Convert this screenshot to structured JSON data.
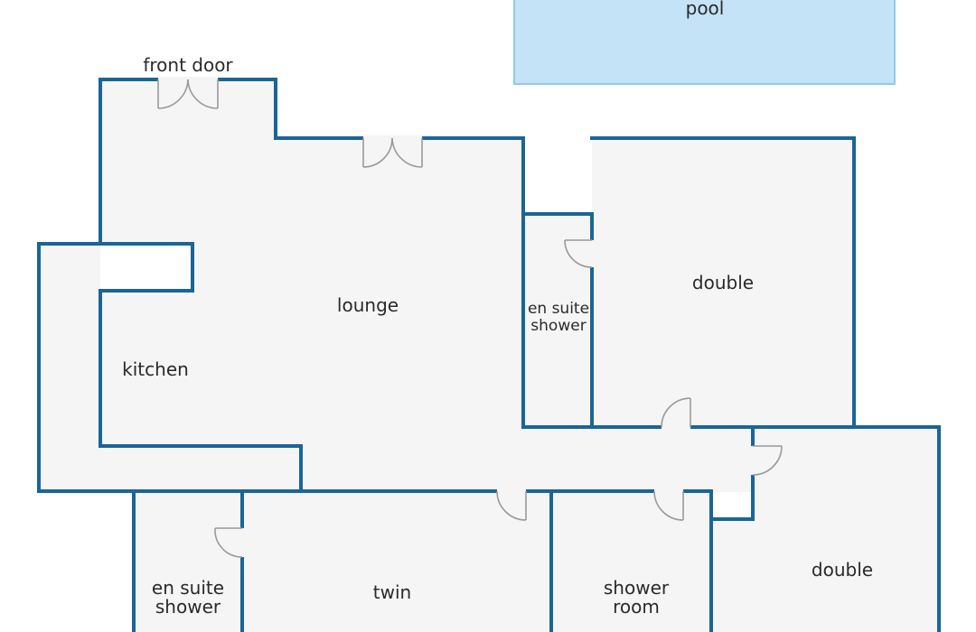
{
  "rooms": {
    "pool": "pool",
    "front_door": "front door",
    "lounge": "lounge",
    "kitchen": "kitchen",
    "ensuite_top_line1": "en suite",
    "ensuite_top_line2": "shower",
    "double_top": "double",
    "double_bottom": "double",
    "ensuite_bottom_line1": "en suite",
    "ensuite_bottom_line2": "shower",
    "twin": "twin",
    "shower_room_line1": "shower",
    "shower_room_line2": "room"
  },
  "colors": {
    "wall": "#1a6598",
    "floor": "#f4f5f4",
    "pool_fill": "#c5e3f7",
    "pool_border": "#93c9ec",
    "door": "#9a9a9a"
  }
}
